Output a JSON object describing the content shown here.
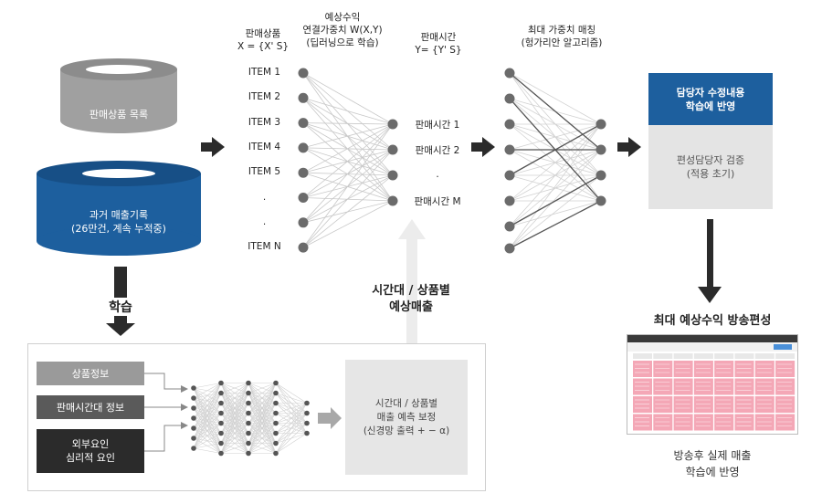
{
  "cylinders": {
    "product_list": "판매상품 목록",
    "sales_record_line1": "과거 매출기록",
    "sales_record_line2": "(26만건, 계속 누적중)"
  },
  "learn_label": "학습",
  "network1": {
    "header_products_line1": "판매상품",
    "header_products_line2": "X = {X' S}",
    "header_weights_line1": "예상수익",
    "header_weights_line2": "연결가중치 W(X,Y)",
    "header_weights_line3": "(딥러닝으로 학습)",
    "header_times_line1": "판매시간",
    "header_times_line2": "Y= {Y' S}",
    "items": [
      "ITEM 1",
      "ITEM 2",
      "ITEM 3",
      "ITEM 4",
      "ITEM 5",
      ".",
      ".",
      "ITEM N"
    ],
    "times": [
      "판매시간 1",
      "판매시간 2",
      ".",
      "판매시간 M"
    ]
  },
  "network2": {
    "header_line1": "최대 가중치 매칭",
    "header_line2": "(헝가리안 알고리즘)"
  },
  "right_panel": {
    "top_line1": "담당자 수정내용",
    "top_line2": "학습에 반영",
    "bottom_line1": "편성담당자 검증",
    "bottom_line2": "(적용 초기)"
  },
  "result_title": "최대 예상수익 방송편성",
  "result_caption_line1": "방송후 실제 매출",
  "result_caption_line2": "학습에 반영",
  "up_label_line1": "시간대 / 상품별",
  "up_label_line2": "예상매출",
  "lower_panel": {
    "inputs": [
      "상품정보",
      "판매시간대 정보"
    ],
    "input3_line1": "외부요인",
    "input3_line2": "심리적 요인",
    "output_line1": "시간대 / 상품별",
    "output_line2": "매출 예측 보정",
    "output_line3": "(신경망 출력 + − α)"
  },
  "colors": {
    "blue": "#1d5f9e",
    "gray": "#9a9a9a",
    "dark_gray": "#5a5a5a",
    "black_box": "#2b2b2b",
    "node": "#6b6b6b",
    "pink": "#f4a7b6"
  }
}
